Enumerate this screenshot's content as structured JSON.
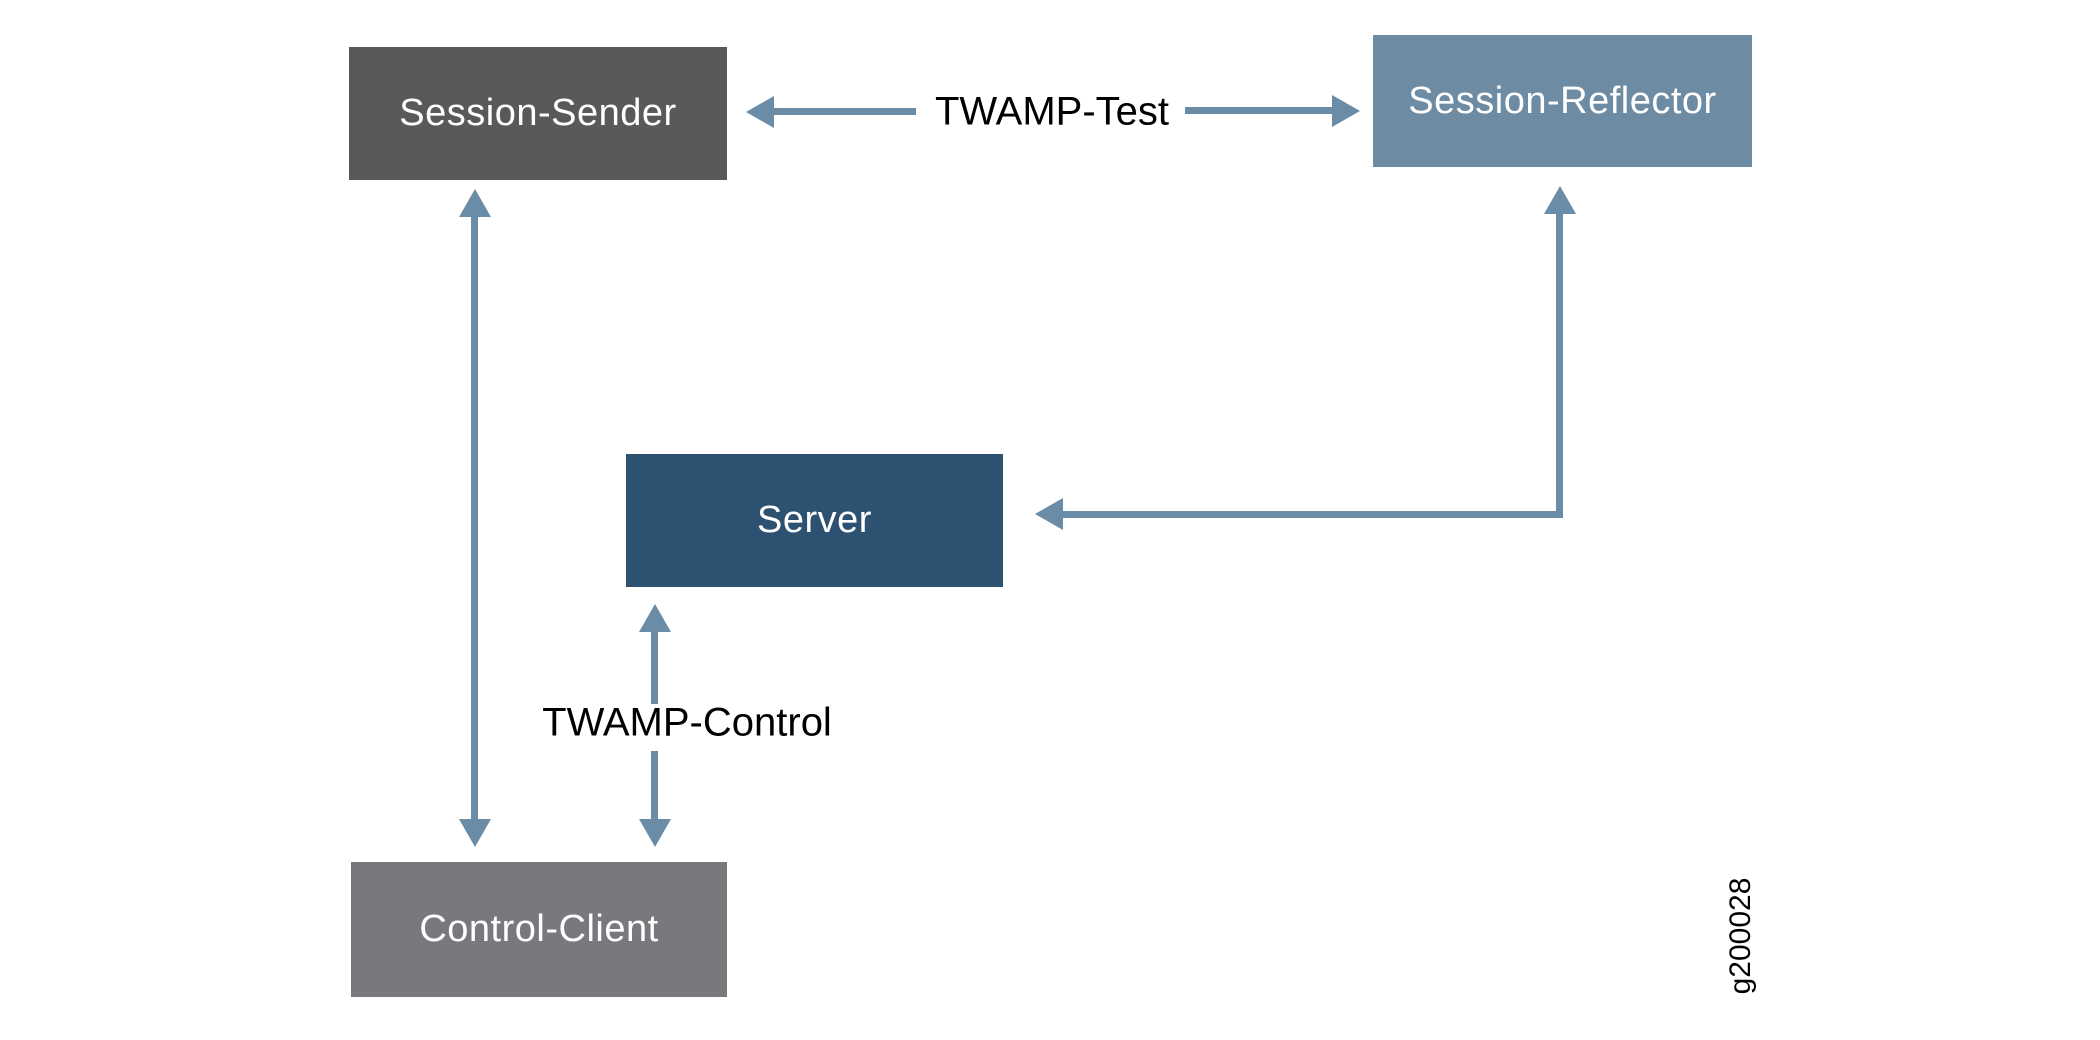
{
  "diagram": {
    "title_hint": "TWAMP architecture",
    "background": "#ffffff",
    "arrow_color": "#6b8ca6",
    "label_color": "#000000",
    "watermark": "g200028",
    "nodes": {
      "session_sender": {
        "label": "Session-Sender",
        "color": "#595959",
        "text_color": "#ffffff"
      },
      "session_reflector": {
        "label": "Session-Reflector",
        "color": "#6d8ba3",
        "text_color": "#ffffff"
      },
      "server": {
        "label": "Server",
        "color": "#2d5170",
        "text_color": "#ffffff"
      },
      "control_client": {
        "label": "Control-Client",
        "color": "#78797c",
        "text_color": "#ffffff"
      }
    },
    "edges": {
      "twamp_test": {
        "label": "TWAMP-Test",
        "from": "session_sender",
        "to": "session_reflector",
        "bidirectional": true
      },
      "twamp_control": {
        "label": "TWAMP-Control",
        "from": "control_client",
        "to": "server",
        "bidirectional": true
      },
      "sender_client": {
        "label": "",
        "from": "control_client",
        "to": "session_sender",
        "bidirectional": true
      },
      "reflector_server": {
        "label": "",
        "from": "session_reflector",
        "to": "server",
        "bidirectional": true
      }
    }
  }
}
